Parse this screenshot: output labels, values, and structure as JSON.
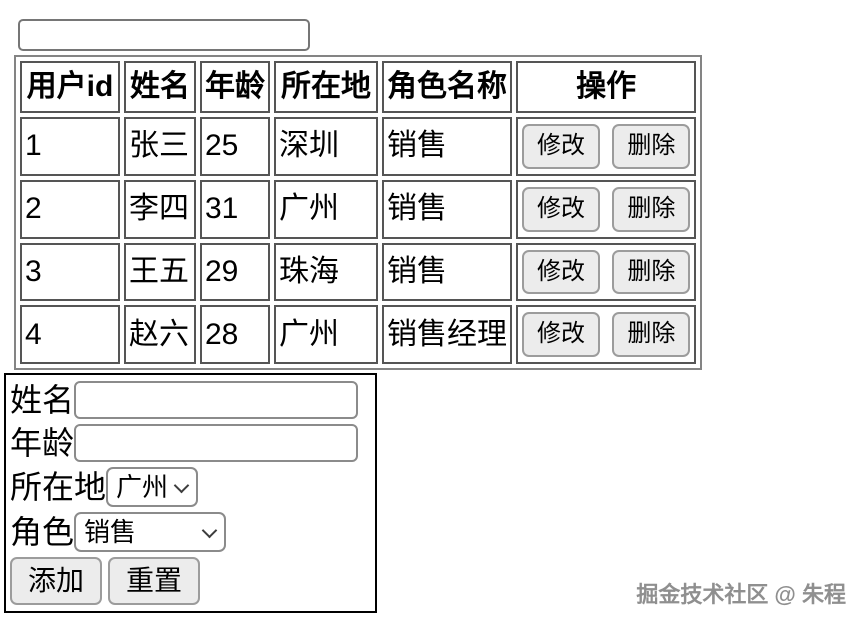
{
  "top_bar": {
    "search_input_value": "",
    "search_input_placeholder": ""
  },
  "user_table": {
    "headers": [
      "用户id",
      "姓名",
      "年龄",
      "所在地",
      "角色名称",
      "操作"
    ],
    "rows": [
      {
        "id": "1",
        "name": "张三",
        "age": "25",
        "city": "深圳",
        "role": "销售"
      },
      {
        "id": "2",
        "name": "李四",
        "age": "31",
        "city": "广州",
        "role": "销售"
      },
      {
        "id": "3",
        "name": "王五",
        "age": "29",
        "city": "珠海",
        "role": "销售"
      },
      {
        "id": "4",
        "name": "赵六",
        "age": "28",
        "city": "广州",
        "role": "销售经理"
      }
    ],
    "action_edit_label": "修改",
    "action_delete_label": "删除"
  },
  "add_form": {
    "name_label": "姓名",
    "name_value": "",
    "age_label": "年龄",
    "age_value": "",
    "city_label": "所在地",
    "city_selected": "广州",
    "role_label": "角色",
    "role_selected": "销售",
    "add_button_label": "添加",
    "reset_button_label": "重置"
  },
  "watermark": {
    "text": "掘金技术社区 @ 朱程"
  },
  "colors": {
    "form_border": "#000000",
    "table_outer_border": "#848484",
    "cell_border": "#555555",
    "button_background": "#ececec",
    "button_border": "#9c9c9c",
    "watermark_text": "#8f8f8f"
  }
}
